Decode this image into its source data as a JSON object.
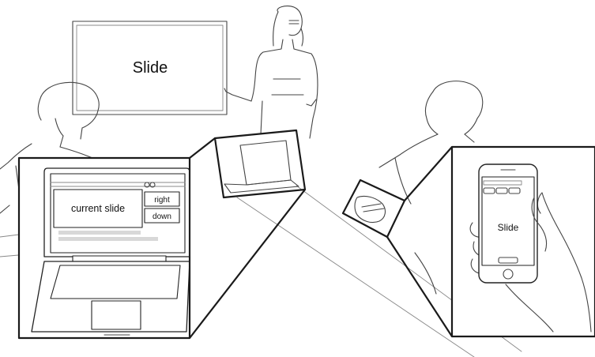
{
  "wall_screen": {
    "label": "Slide"
  },
  "laptop_view": {
    "slide_label": "current slide",
    "right_button": "right",
    "down_button": "down"
  },
  "phone_view": {
    "slide_label": "Slide"
  },
  "colors": {
    "ink": "#1a1a1a",
    "sketch": "#444444",
    "panel_bg": "#ffffff"
  }
}
